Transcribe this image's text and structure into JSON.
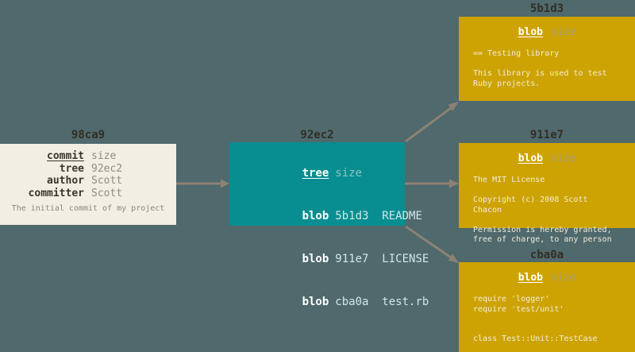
{
  "colors": {
    "background": "#4f696d",
    "commit_box": "#f1eee4",
    "tree_box": "#088e91",
    "blob_box": "#cda303",
    "arrow": "#8b8274",
    "label_text": "#332e24"
  },
  "commit_node": {
    "label": "98ca9",
    "rows": [
      {
        "key": "commit",
        "value": "size"
      },
      {
        "key": "tree",
        "value": "92ec2"
      },
      {
        "key": "author",
        "value": "Scott"
      },
      {
        "key": "committer",
        "value": "Scott"
      }
    ],
    "message": "The initial commit of my project"
  },
  "tree_node": {
    "label": "92ec2",
    "rows": [
      {
        "key": "tree",
        "value": "size"
      },
      {
        "key": "blob",
        "value": "5b1d3  README"
      },
      {
        "key": "blob",
        "value": "911e7  LICENSE"
      },
      {
        "key": "blob",
        "value": "cba0a  test.rb"
      }
    ]
  },
  "blob_nodes": [
    {
      "label": "5b1d3",
      "type": "blob",
      "size_label": "size",
      "content": "== Testing library\n\nThis library is used to test\nRuby projects."
    },
    {
      "label": "911e7",
      "type": "blob",
      "size_label": "size",
      "content": "The MIT License\n\nCopyright (c) 2008 Scott Chacon\n\nPermission is hereby granted,\nfree of charge, to any person"
    },
    {
      "label": "cba0a",
      "type": "blob",
      "size_label": "size",
      "content": "require 'logger'\nrequire 'test/unit'\n\n\nclass Test::Unit::TestCase"
    }
  ]
}
